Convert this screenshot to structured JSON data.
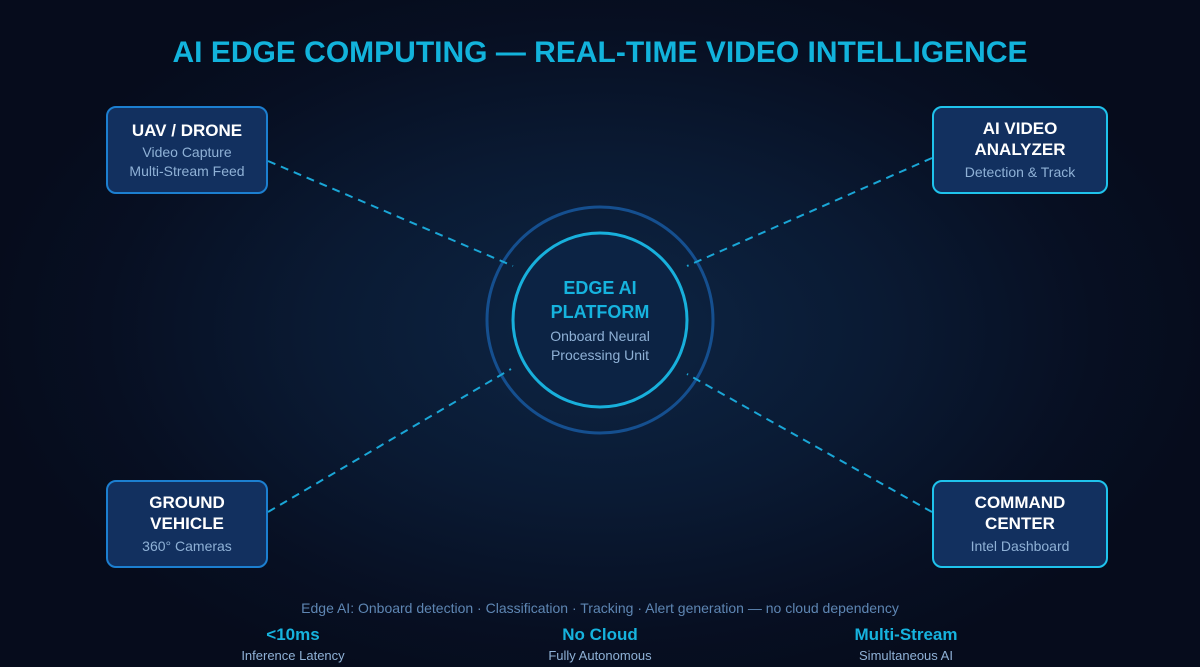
{
  "title": "AI EDGE COMPUTING — REAL-TIME VIDEO INTELLIGENCE",
  "colors": {
    "accent": "#12b3dc",
    "left_node_border": "#1c7fd0",
    "right_node_border": "#1fc3ec",
    "node_fill": "#12305f",
    "link": "#1aa6d6",
    "hub_outer_ring": "#154f8f",
    "hub_inner_ring": "#18b0dc"
  },
  "hub": {
    "title_line1": "EDGE AI",
    "title_line2": "PLATFORM",
    "sub_line1": "Onboard Neural",
    "sub_line2": "Processing Unit"
  },
  "nodes": {
    "uav": {
      "title": "UAV / DRONE",
      "sub_line1": "Video Capture",
      "sub_line2": "Multi-Stream Feed"
    },
    "analyzer": {
      "title_line1": "AI VIDEO",
      "title_line2": "ANALYZER",
      "sub": "Detection & Track"
    },
    "ground": {
      "title_line1": "GROUND",
      "title_line2": "VEHICLE",
      "sub": "360° Cameras"
    },
    "command": {
      "title_line1": "COMMAND",
      "title_line2": "CENTER",
      "sub": "Intel Dashboard"
    }
  },
  "caption": "Edge AI: Onboard detection · Classification · Tracking · Alert generation — no cloud dependency",
  "stats": [
    {
      "value": "<10ms",
      "label": "Inference Latency"
    },
    {
      "value": "No Cloud",
      "label": "Fully Autonomous"
    },
    {
      "value": "Multi-Stream",
      "label": "Simultaneous AI"
    }
  ]
}
